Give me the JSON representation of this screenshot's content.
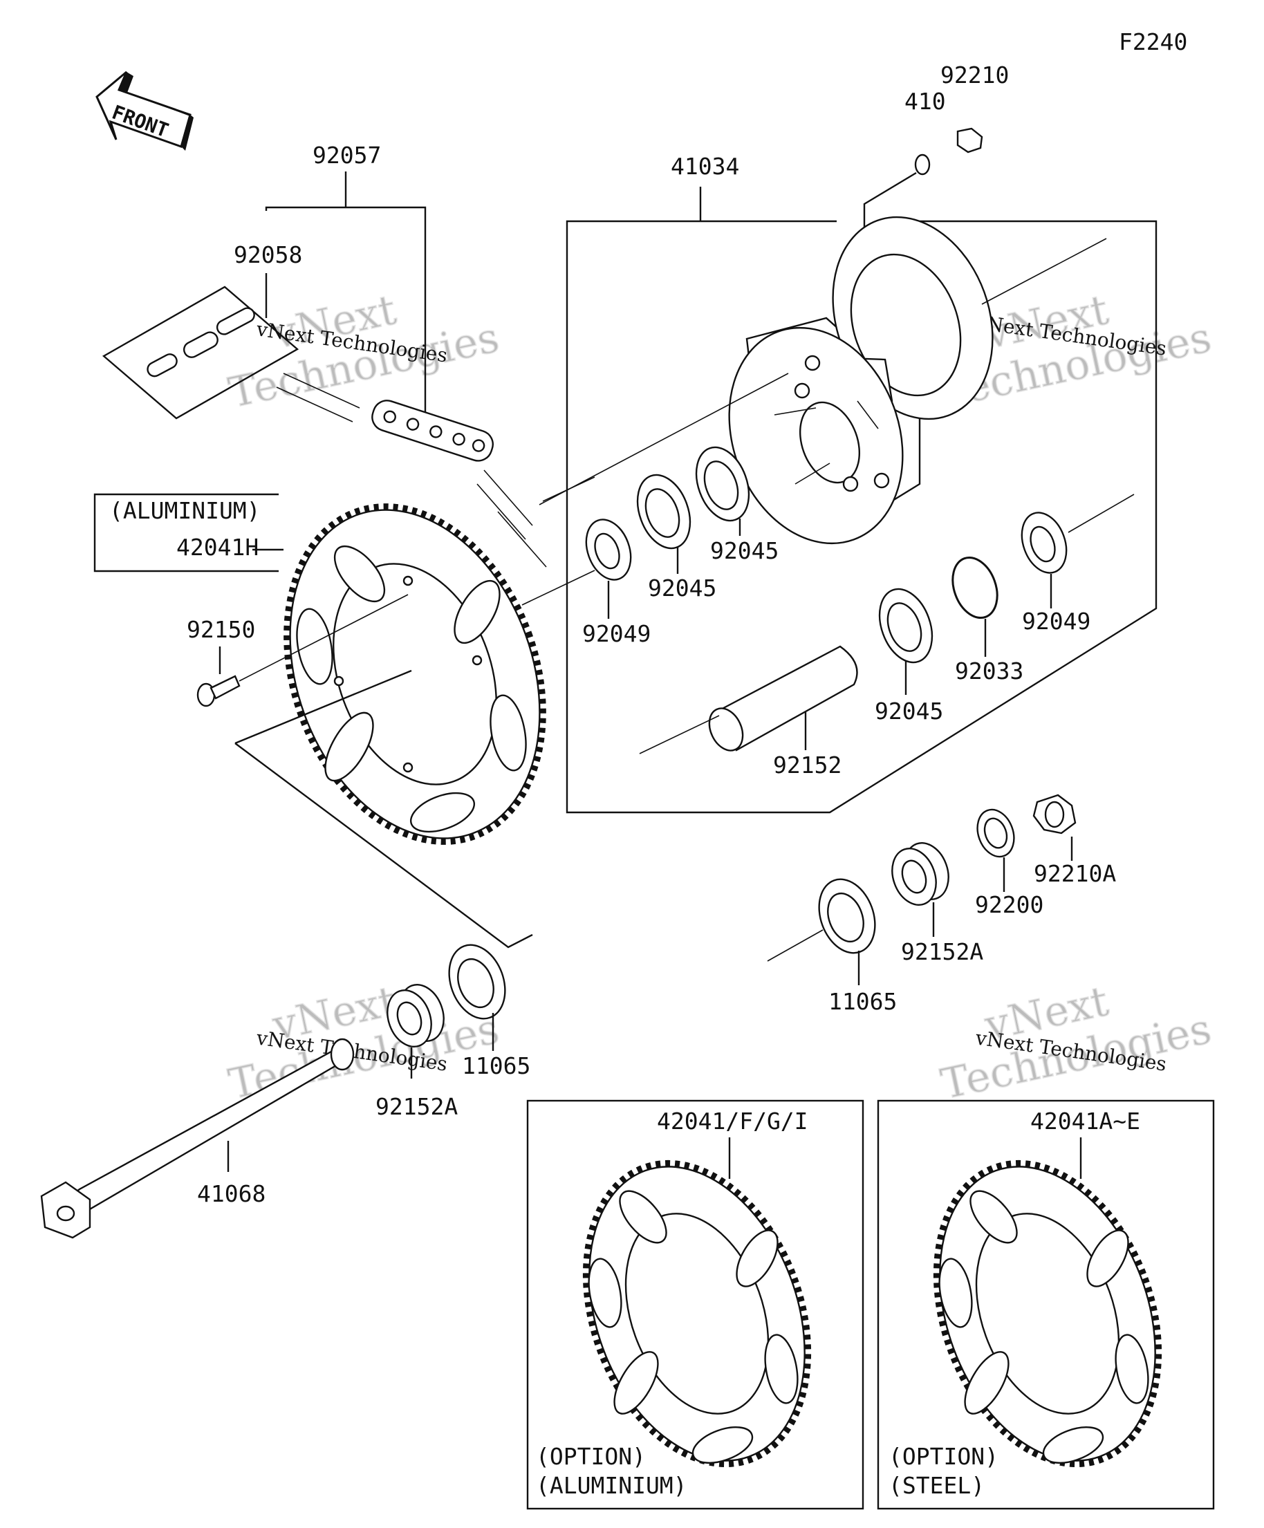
{
  "figure_code": "F2240",
  "front_label": "FRONT",
  "watermark": {
    "line1": "vNext",
    "line2": "vNext Technologies",
    "line3": "Technologies"
  },
  "parts": {
    "p92057": "92057",
    "p92058": "92058",
    "p41034": "41034",
    "p410": "410",
    "p92210": "92210",
    "aluminium_box": "(ALUMINIUM)",
    "p42041H": "42041H",
    "p92150": "92150",
    "p92049_left": "92049",
    "p92045_a": "92045",
    "p92045_b": "92045",
    "p92049_right": "92049",
    "p92033": "92033",
    "p92045_c": "92045",
    "p92152": "92152",
    "p92210A": "92210A",
    "p92200": "92200",
    "p92152A_right": "92152A",
    "p11065_right": "11065",
    "p11065_left": "11065",
    "p92152A_left": "92152A",
    "p41068": "41068"
  },
  "option_boxes": [
    {
      "part": "42041/F/G/I",
      "line1": "(OPTION)",
      "line2": "(ALUMINIUM)"
    },
    {
      "part": "42041A~E",
      "line1": "(OPTION)",
      "line2": "(STEEL)"
    }
  ]
}
